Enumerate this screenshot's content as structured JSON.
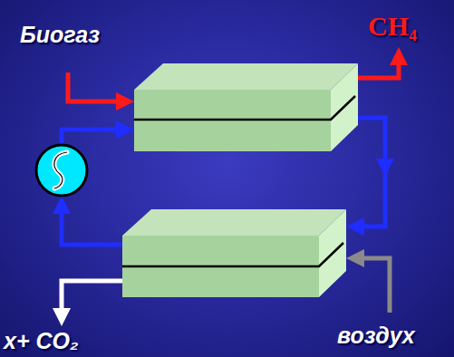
{
  "diagram": {
    "labels": [
      "Биогаз",
      "CH₄",
      "х+ CO₂",
      "воздух"
    ]
  }
}
